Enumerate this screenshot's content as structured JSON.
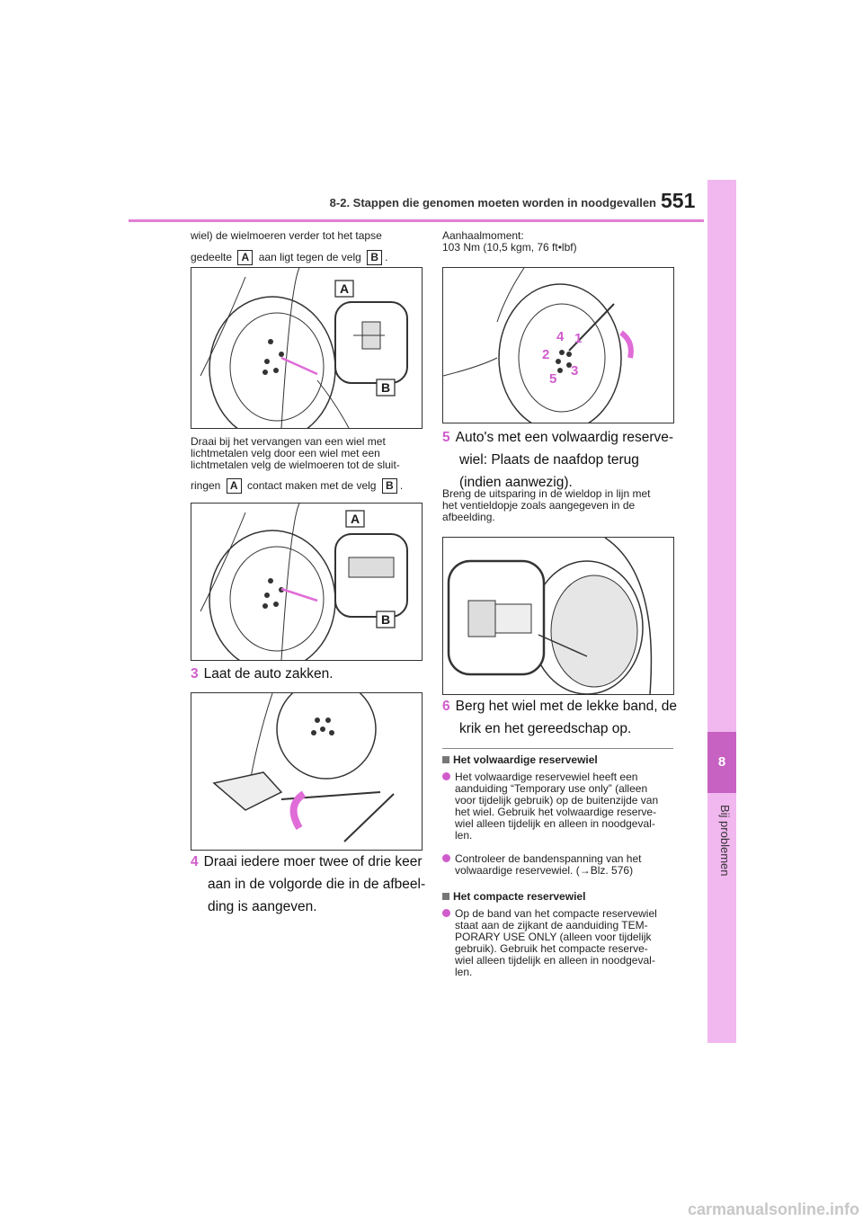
{
  "header": {
    "section_title": "8-2. Stappen die genomen moeten worden in noodgevallen",
    "page_number": "551"
  },
  "side_tab": {
    "chapter_number": "8",
    "chapter_label": "Bij problemen"
  },
  "left": {
    "intro_line1": "wiel) de wielmoeren verder tot het tapse",
    "intro_line2_a": "gedeelte",
    "intro_line2_b": "aan ligt tegen de velg",
    "intro_line2_end": ".",
    "alloy_line1": "Draai bij het vervangen van een wiel met",
    "alloy_line2": "lichtmetalen velg door een wiel met een",
    "alloy_line3": "lichtmetalen velg de wielmoeren tot de sluit-",
    "alloy_line4_a": "ringen",
    "alloy_line4_b": "contact maken met de velg",
    "alloy_line4_end": ".",
    "step3_num": "3",
    "step3_text": "Laat de auto zakken.",
    "step4_num": "4",
    "step4_line1": "Draai iedere moer twee of drie keer",
    "step4_line2": "aan in de volgorde die in de afbeel-",
    "step4_line3": "ding is aangeven."
  },
  "labels": {
    "a": "A",
    "b": "B"
  },
  "right": {
    "torque_label": "Aanhaalmoment:",
    "torque_value": "103 Nm (10,5 kgm, 76 ft•lbf)",
    "sequence": [
      "1",
      "2",
      "3",
      "4",
      "5"
    ],
    "step5_num": "5",
    "step5_line1": "Auto's met een volwaardig reserve-",
    "step5_line2": "wiel: Plaats de naafdop terug",
    "step5_line3": "(indien aanwezig).",
    "cap_line1": "Breng de uitsparing in de wieldop in lijn met",
    "cap_line2": "het ventieldopje zoals aangegeven in de",
    "cap_line3": "afbeelding.",
    "step6_num": "6",
    "step6_line1": "Berg het wiel met de lekke band, de",
    "step6_line2": "krik en het gereedschap op.",
    "section1_heading": "Het volwaardige reservewiel",
    "section1_b1_l1": "Het volwaardige reservewiel heeft een",
    "section1_b1_l2": "aanduiding “Temporary use only” (alleen",
    "section1_b1_l3": "voor tijdelijk gebruik) op de buitenzijde van",
    "section1_b1_l4": "het wiel. Gebruik het volwaardige reserve-",
    "section1_b1_l5": "wiel alleen tijdelijk en alleen in noodgeval-",
    "section1_b1_l6": "len.",
    "section1_b2_l1": "Controleer de bandenspanning van het",
    "section1_b2_l2": "volwaardige reservewiel. (→Blz. 576)",
    "section2_heading": "Het compacte reservewiel",
    "section2_b1_l1": "Op de band van het compacte reservewiel",
    "section2_b1_l2": "staat aan de zijkant de aanduiding TEM-",
    "section2_b1_l3": "PORARY USE ONLY (alleen voor tijdelijk",
    "section2_b1_l4": "gebruik). Gebruik het compacte reserve-",
    "section2_b1_l5": "wiel alleen tijdelijk en alleen in noodgeval-",
    "section2_b1_l6": "len."
  },
  "footer": {
    "watermark": "carmanualsonline.info"
  },
  "colors": {
    "accent": "#d05ccc",
    "rule": "#e17fd6",
    "tab_light": "#f1b7ef",
    "tab_dark": "#c761c2"
  }
}
